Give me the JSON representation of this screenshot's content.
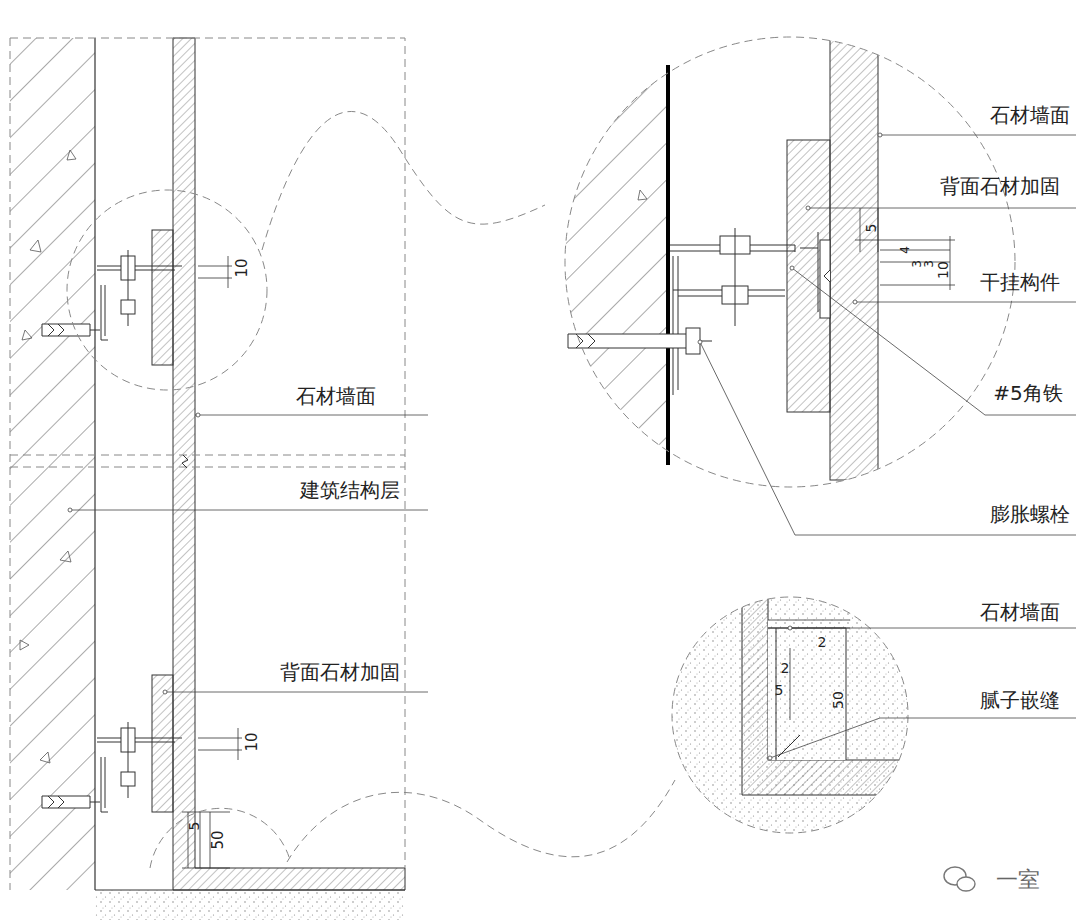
{
  "diagram": {
    "labels": [
      "10",
      "石材墙面",
      "建筑结构层",
      "背面石材加固",
      "10",
      "5",
      "50",
      "石材墙面",
      "背面石材加固",
      "5",
      "4",
      "3",
      "3",
      "10",
      "干挂构件",
      "#5角铁",
      "膨胀螺栓",
      "石材墙面",
      "2",
      "2",
      "5",
      "50",
      "腻子嵌缝",
      "一室"
    ]
  }
}
